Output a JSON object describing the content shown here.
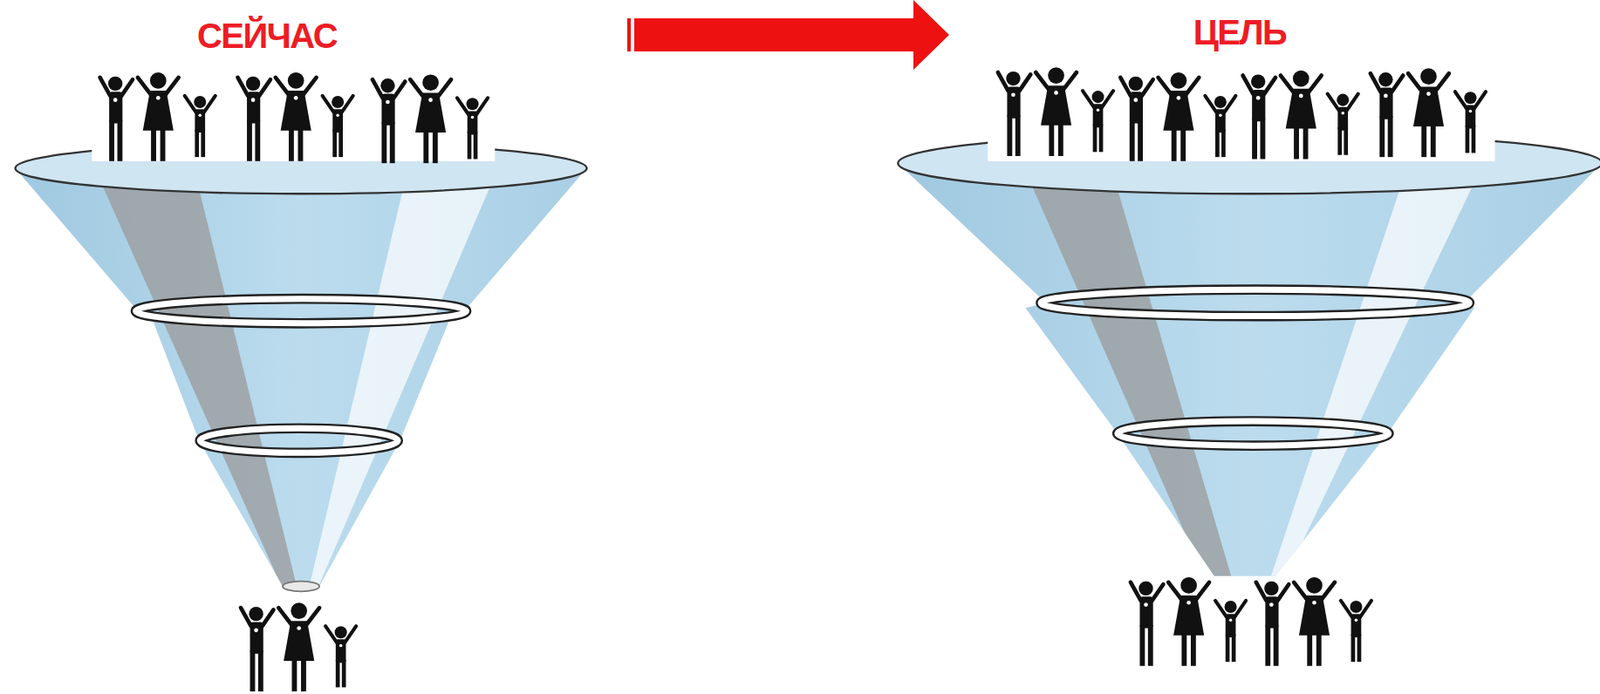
{
  "diagram": {
    "nodes": [
      {
        "text": [
          "СЕЙЧАС"
        ]
      },
      {
        "text": [
          "ЦЕЛЬ"
        ]
      }
    ],
    "edges": [
      {
        "from": 0,
        "to": 1,
        "arrow": "to"
      }
    ]
  }
}
